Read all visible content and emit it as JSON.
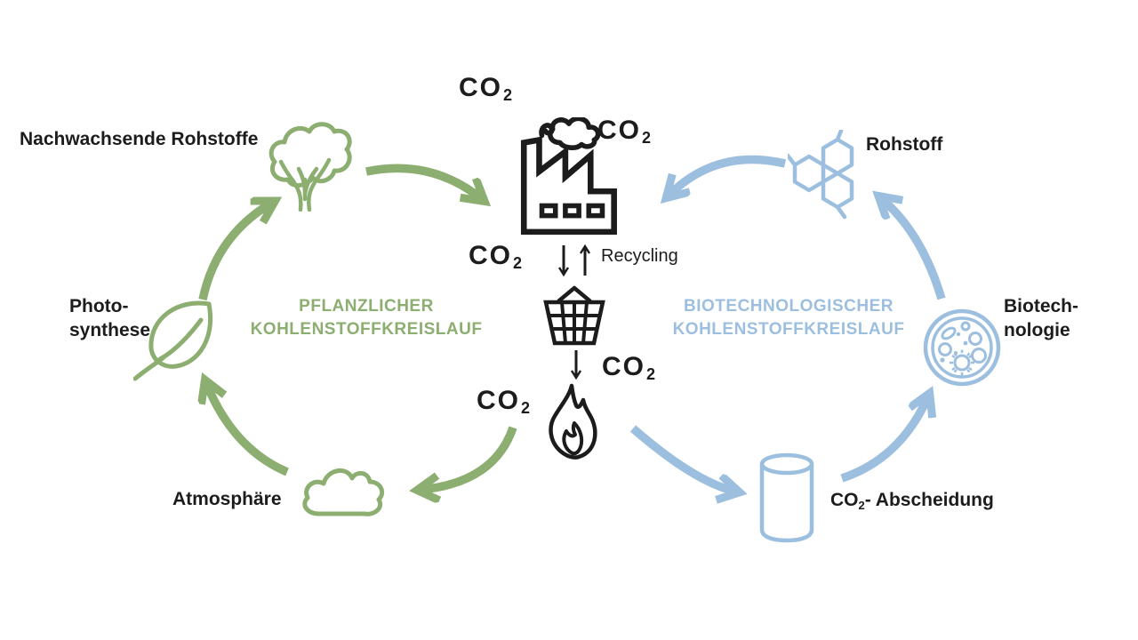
{
  "colors": {
    "green": "#8CAE70",
    "blue": "#9DBFDF",
    "ink": "#1C1C1C"
  },
  "center": {
    "co2_base": "CO",
    "co2_sub": "2",
    "recycling_label": "Recycling"
  },
  "left_cycle": {
    "title_line1": "PFLANZLICHER",
    "title_line2": "KOHLENSTOFFKREISLAUF",
    "tree_label": "Nachwachsende Rohstoffe",
    "leaf_label_line1": "Photo-",
    "leaf_label_line2": "synthese",
    "cloud_label": "Atmosphäre"
  },
  "right_cycle": {
    "title_line1": "BIOTECHNOLOGISCHER",
    "title_line2": "KOHLENSTOFFKREISLAUF",
    "molecule_label": "Rohstoff",
    "petri_label_line1": "Biotech-",
    "petri_label_line2": "nologie",
    "cylinder_label": {
      "pre": "CO",
      "sub": "2",
      "post": "- Abscheidung"
    }
  },
  "icons": {
    "factory": "factory-icon",
    "basket": "basket-icon",
    "flame": "flame-icon",
    "tree": "tree-icon",
    "leaf": "leaf-icon",
    "cloud": "cloud-icon",
    "molecule": "molecule-icon",
    "petri_dish": "petri-dish-icon",
    "cylinder": "cylinder-icon"
  }
}
